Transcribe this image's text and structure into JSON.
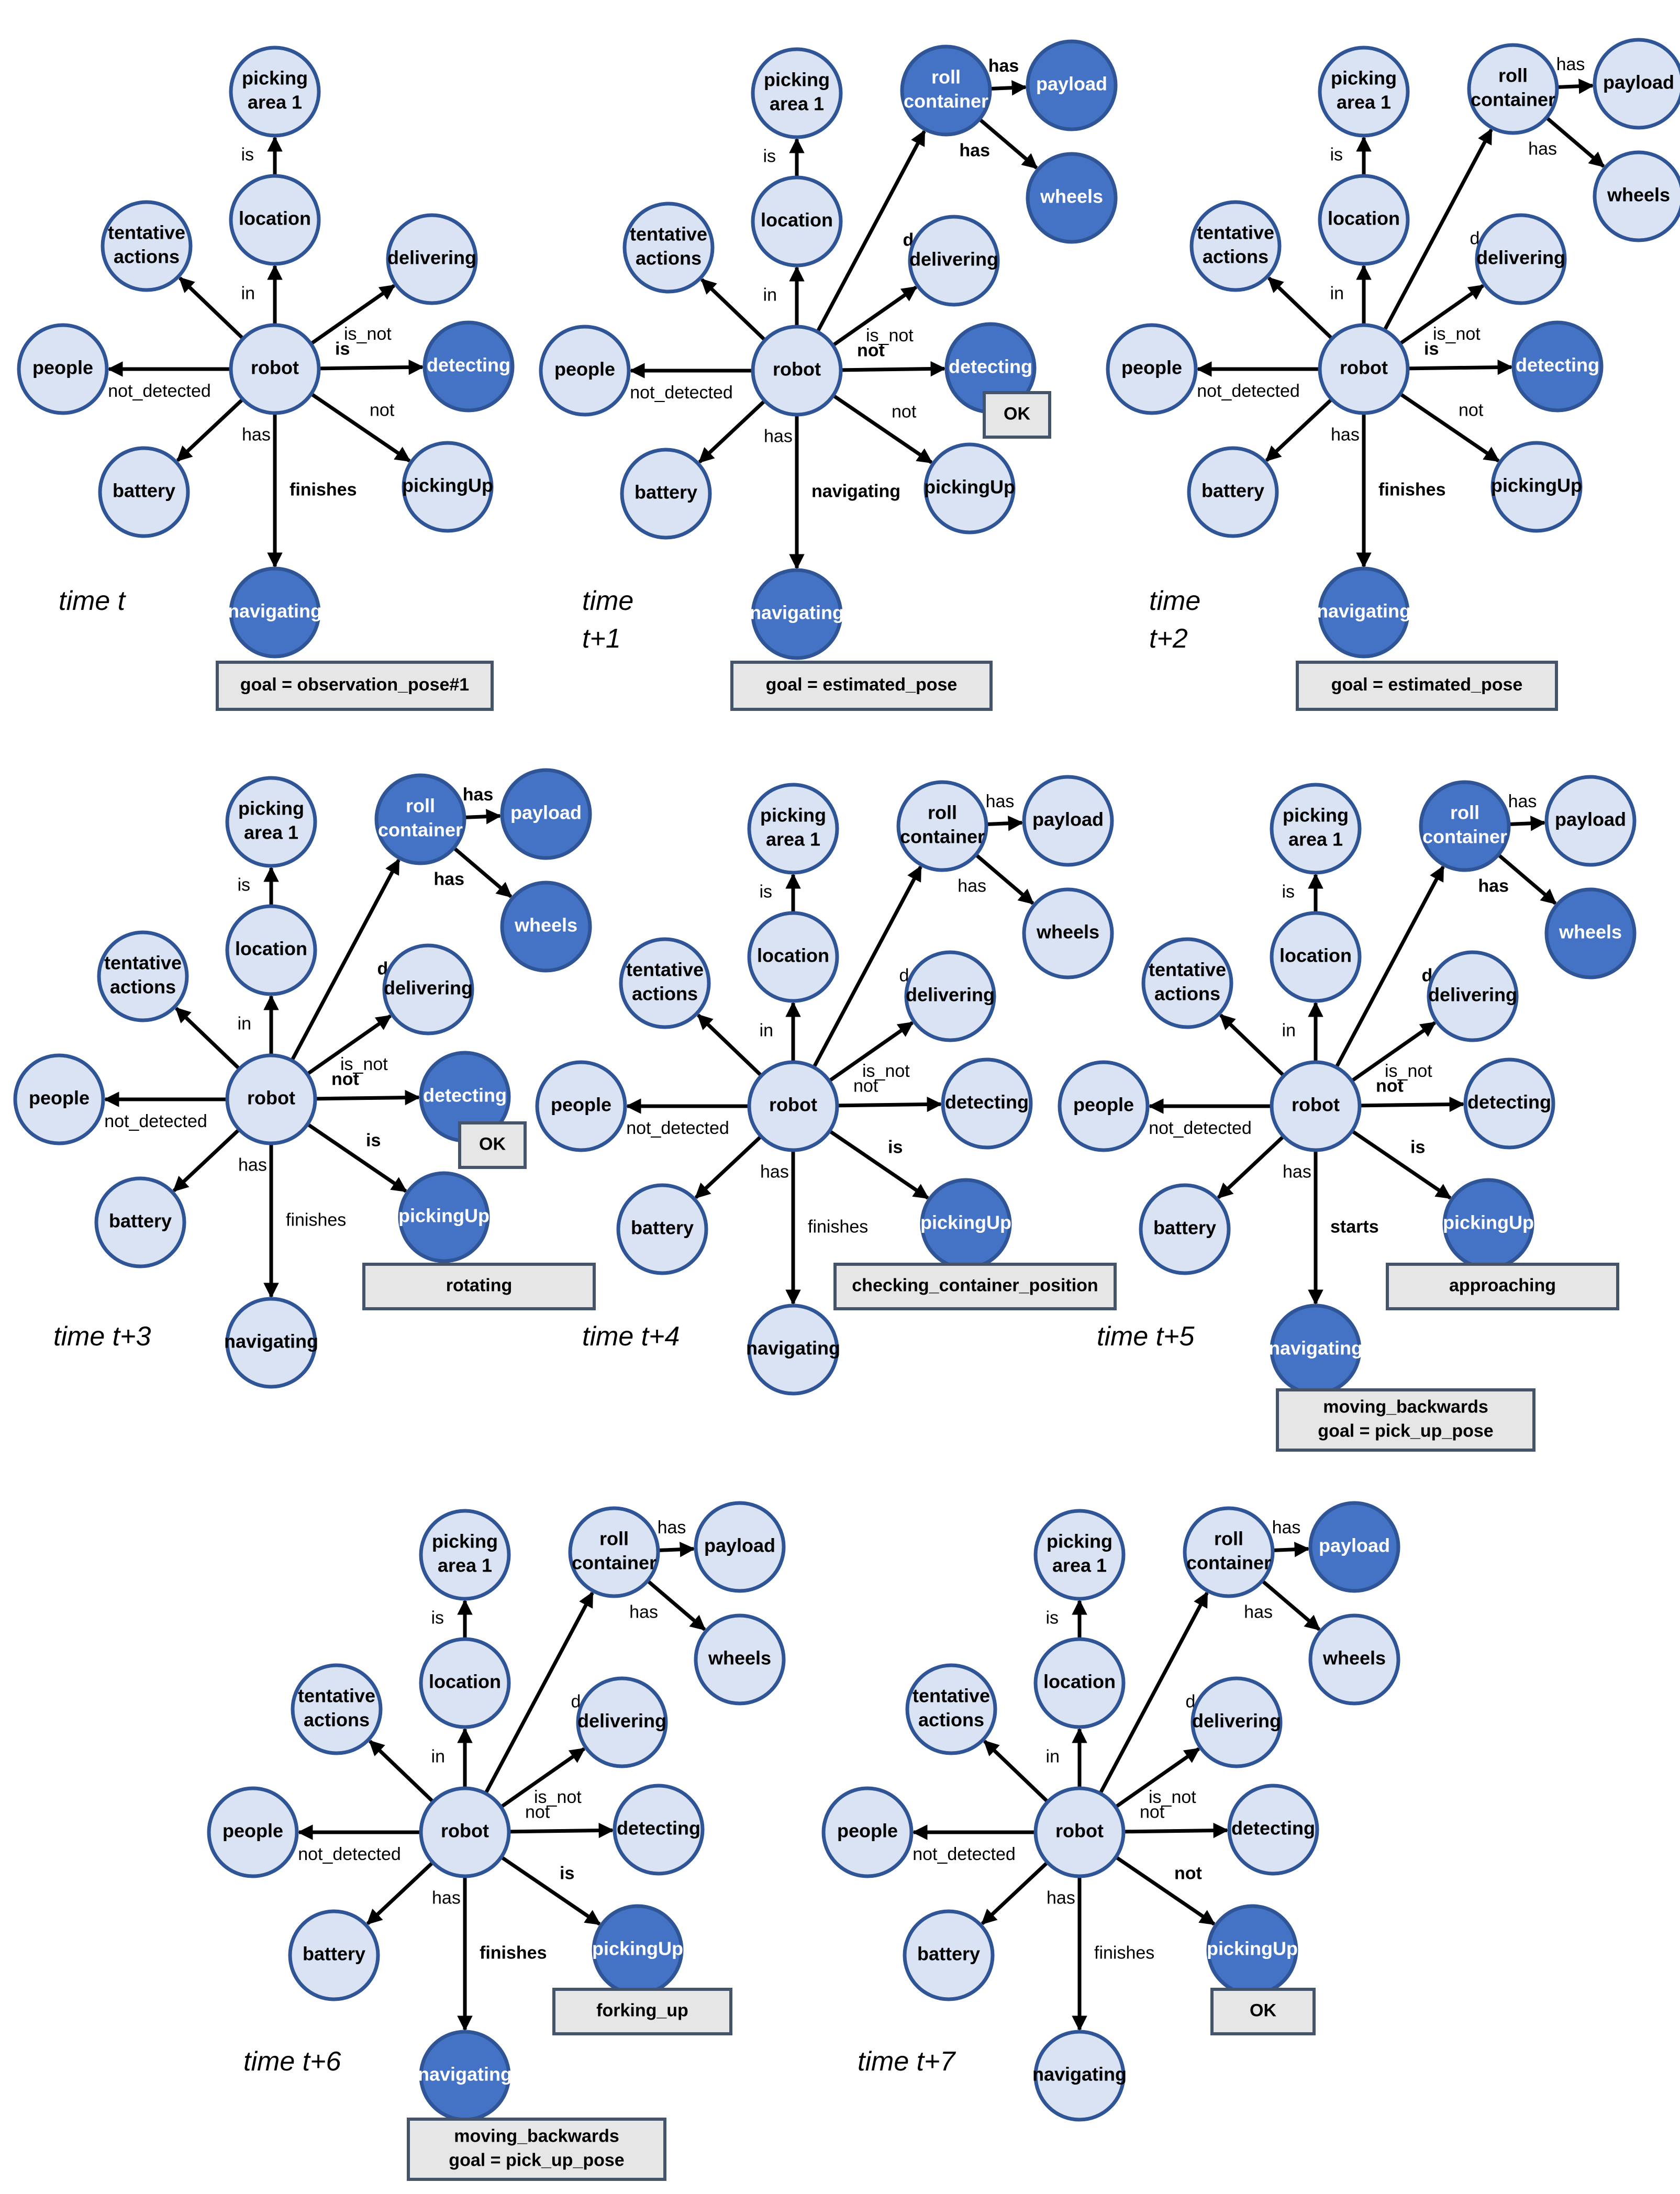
{
  "nodes": {
    "robot": "robot",
    "picking_area": [
      "picking",
      "area 1"
    ],
    "location": "location",
    "tentative_actions": [
      "tentative",
      "actions"
    ],
    "people": "people",
    "battery": "battery",
    "delivering": "delivering",
    "detecting": "detecting",
    "pickingUp": "pickingUp",
    "navigating": "navigating",
    "roll_container": [
      "roll",
      "container"
    ],
    "payload": "payload",
    "wheels": "wheels"
  },
  "colors": {
    "node_light_fill": "#dae3f3",
    "node_dark_fill": "#4472c4",
    "node_stroke": "#2f5597",
    "box_fill": "#e7e6e6",
    "box_stroke": "#44546a"
  },
  "panels": [
    {
      "time_label": [
        "time t"
      ],
      "has_container": false,
      "dark_nodes": [
        "detecting",
        "navigating"
      ],
      "edges": {
        "location_is": "is",
        "robot_in": "in",
        "tentative": "",
        "people": "not_detected",
        "battery": "has",
        "delivering": "is_not",
        "detecting": "is",
        "pickingUp": "not",
        "navigating": "finishes",
        "detected": "",
        "payload_has": "",
        "wheels_has": ""
      },
      "bold_edges": [
        "detecting",
        "navigating"
      ],
      "boxes": [
        {
          "target": "navigating",
          "lines": [
            "goal = observation_pose#1"
          ]
        }
      ]
    },
    {
      "time_label": [
        "time",
        "t+1"
      ],
      "has_container": true,
      "dark_nodes": [
        "detecting",
        "navigating",
        "roll_container",
        "payload",
        "wheels"
      ],
      "edges": {
        "location_is": "is",
        "robot_in": "in",
        "tentative": "",
        "people": "not_detected",
        "battery": "has",
        "delivering": "is_not",
        "detecting": "not",
        "pickingUp": "not",
        "navigating": "navigating",
        "detected": "detected",
        "payload_has": "has",
        "wheels_has": "has"
      },
      "bold_edges": [
        "detecting",
        "navigating",
        "detected",
        "payload_has",
        "wheels_has"
      ],
      "boxes": [
        {
          "target": "detecting",
          "lines": [
            "OK"
          ]
        },
        {
          "target": "navigating",
          "lines": [
            "goal = estimated_pose"
          ]
        }
      ]
    },
    {
      "time_label": [
        "time",
        "t+2"
      ],
      "has_container": true,
      "dark_nodes": [
        "detecting",
        "navigating"
      ],
      "edges": {
        "location_is": "is",
        "robot_in": "in",
        "tentative": "",
        "people": "not_detected",
        "battery": "has",
        "delivering": "is_not",
        "detecting": "is",
        "pickingUp": "not",
        "navigating": "finishes",
        "detected": "detected",
        "payload_has": "has",
        "wheels_has": "has"
      },
      "bold_edges": [
        "detecting",
        "navigating"
      ],
      "boxes": [
        {
          "target": "navigating",
          "lines": [
            "goal = estimated_pose"
          ]
        }
      ]
    },
    {
      "time_label": [
        "time t+3"
      ],
      "has_container": true,
      "dark_nodes": [
        "detecting",
        "pickingUp",
        "roll_container",
        "payload",
        "wheels"
      ],
      "edges": {
        "location_is": "is",
        "robot_in": "in",
        "tentative": "",
        "people": "not_detected",
        "battery": "has",
        "delivering": "is_not",
        "detecting": "not",
        "pickingUp": "is",
        "navigating": "finishes",
        "detected": "detected",
        "payload_has": "has",
        "wheels_has": "has"
      },
      "bold_edges": [
        "detecting",
        "pickingUp",
        "detected",
        "payload_has",
        "wheels_has"
      ],
      "boxes": [
        {
          "target": "detecting",
          "lines": [
            "OK"
          ]
        },
        {
          "target": "pickingUp",
          "lines": [
            "rotating"
          ]
        }
      ]
    },
    {
      "time_label": [
        "time t+4"
      ],
      "has_container": true,
      "dark_nodes": [
        "pickingUp"
      ],
      "edges": {
        "location_is": "is",
        "robot_in": "in",
        "tentative": "",
        "people": "not_detected",
        "battery": "has",
        "delivering": "is_not",
        "detecting": "not",
        "pickingUp": "is",
        "navigating": "finishes",
        "detected": "detected",
        "payload_has": "has",
        "wheels_has": "has"
      },
      "bold_edges": [
        "pickingUp"
      ],
      "boxes": [
        {
          "target": "pickingUp",
          "lines": [
            "checking_container_position"
          ]
        }
      ]
    },
    {
      "time_label": [
        "time t+5"
      ],
      "has_container": true,
      "dark_nodes": [
        "pickingUp",
        "navigating",
        "roll_container",
        "wheels"
      ],
      "edges": {
        "location_is": "is",
        "robot_in": "in",
        "tentative": "",
        "people": "not_detected",
        "battery": "has",
        "delivering": "is_not",
        "detecting": "not",
        "pickingUp": "is",
        "navigating": "starts",
        "detected": "detected",
        "payload_has": "has",
        "wheels_has": "has"
      },
      "bold_edges": [
        "detecting",
        "pickingUp",
        "navigating",
        "detected",
        "wheels_has"
      ],
      "boxes": [
        {
          "target": "pickingUp",
          "lines": [
            "approaching"
          ]
        },
        {
          "target": "navigating",
          "lines": [
            "moving_backwards",
            "goal = pick_up_pose"
          ]
        }
      ]
    },
    {
      "time_label": [
        "time t+6"
      ],
      "has_container": true,
      "dark_nodes": [
        "pickingUp",
        "navigating"
      ],
      "edges": {
        "location_is": "is",
        "robot_in": "in",
        "tentative": "",
        "people": "not_detected",
        "battery": "has",
        "delivering": "is_not",
        "detecting": "not",
        "pickingUp": "is",
        "navigating": "finishes",
        "detected": "detected",
        "payload_has": "has",
        "wheels_has": "has"
      },
      "bold_edges": [
        "pickingUp",
        "navigating"
      ],
      "boxes": [
        {
          "target": "pickingUp",
          "lines": [
            "forking_up"
          ]
        },
        {
          "target": "navigating",
          "lines": [
            "moving_backwards",
            "goal = pick_up_pose"
          ]
        }
      ]
    },
    {
      "time_label": [
        "time t+7"
      ],
      "has_container": true,
      "dark_nodes": [
        "pickingUp",
        "payload"
      ],
      "edges": {
        "location_is": "is",
        "robot_in": "in",
        "tentative": "",
        "people": "not_detected",
        "battery": "has",
        "delivering": "is_not",
        "detecting": "not",
        "pickingUp": "not",
        "navigating": "finishes",
        "detected": "detected",
        "payload_has": "has",
        "wheels_has": "has"
      },
      "bold_edges": [
        "pickingUp"
      ],
      "boxes": [
        {
          "target": "pickingUp",
          "lines": [
            "OK"
          ]
        }
      ]
    }
  ]
}
